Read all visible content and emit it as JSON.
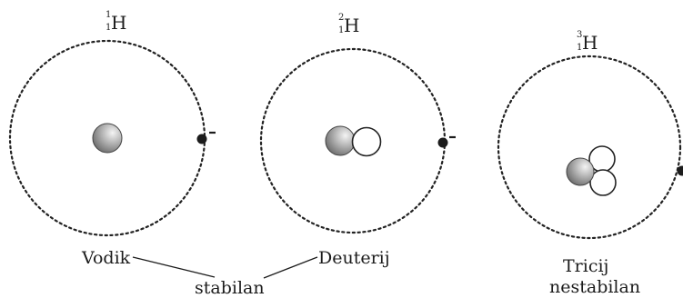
{
  "atoms": [
    {
      "id": "protium",
      "mass_number": "1",
      "atomic_number": "1",
      "element": "H",
      "name": "Vodik",
      "protons": 1,
      "neutrons": 0,
      "electron_charge": "-"
    },
    {
      "id": "deuterium",
      "mass_number": "2",
      "atomic_number": "1",
      "element": "H",
      "name": "Deuterij",
      "protons": 1,
      "neutrons": 1,
      "electron_charge": "-"
    },
    {
      "id": "tritium",
      "mass_number": "3",
      "atomic_number": "1",
      "element": "H",
      "name": "Tricij",
      "stability": "nestabilan",
      "protons": 1,
      "neutrons": 2
    }
  ],
  "shared_label": "stabilan",
  "colors": {
    "proton_light": "#f4f4f4",
    "proton_mid": "#b8b8b8",
    "proton_dark": "#6e6e6e",
    "line": "#1c1c1c"
  }
}
